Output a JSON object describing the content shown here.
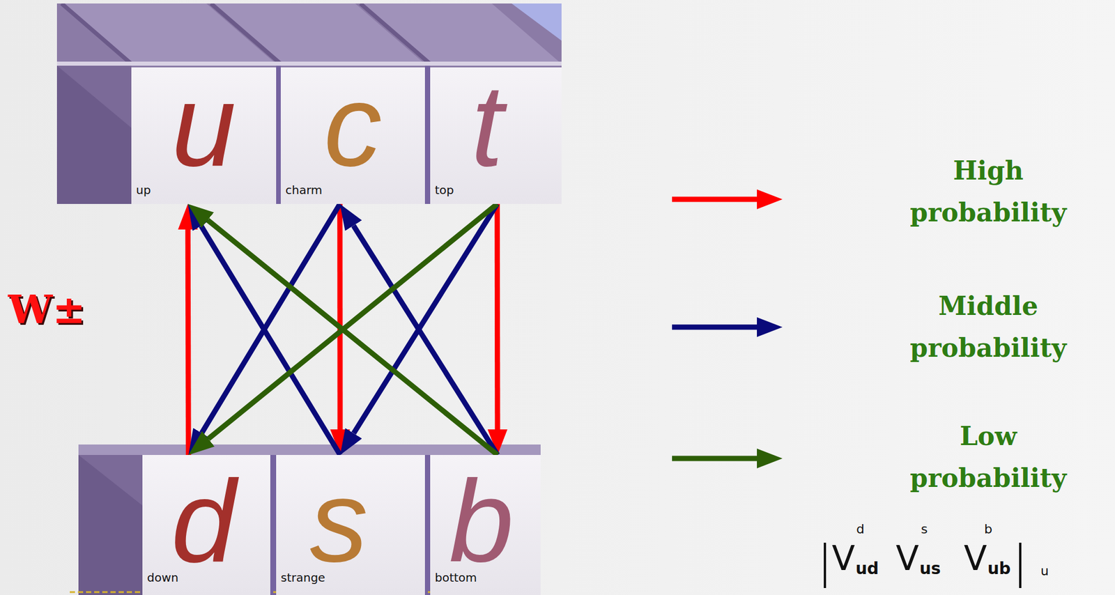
{
  "diagram": {
    "nodes": [
      {
        "text": [
          "u",
          "up"
        ]
      },
      {
        "text": [
          "c",
          "charm"
        ]
      },
      {
        "text": [
          "t",
          "top"
        ]
      },
      {
        "text": [
          "d",
          "down"
        ]
      },
      {
        "text": [
          "s",
          "strange"
        ]
      },
      {
        "text": [
          "b",
          "bottom"
        ]
      }
    ],
    "edges": [
      {
        "from": 3,
        "to": 0,
        "arrow": "to"
      },
      {
        "from": 1,
        "to": 4,
        "arrow": "to"
      },
      {
        "from": 2,
        "to": 5,
        "arrow": "to"
      },
      {
        "from": 4,
        "to": 0,
        "arrow": "to"
      },
      {
        "from": 1,
        "to": 3,
        "arrow": "to"
      },
      {
        "from": 5,
        "to": 1,
        "arrow": "to"
      },
      {
        "from": 2,
        "to": 4,
        "arrow": "to"
      },
      {
        "from": 2,
        "to": 3,
        "arrow": "to"
      },
      {
        "from": 5,
        "to": 0,
        "arrow": "to"
      }
    ],
    "labels": [
      "W±",
      "d",
      "s",
      "b",
      "V",
      "ud",
      "V",
      "us",
      "V",
      "ub",
      "u"
    ],
    "legend": [
      {
        "text": "High probability"
      },
      {
        "text": "Middle probability"
      },
      {
        "text": "Low probability"
      }
    ]
  }
}
